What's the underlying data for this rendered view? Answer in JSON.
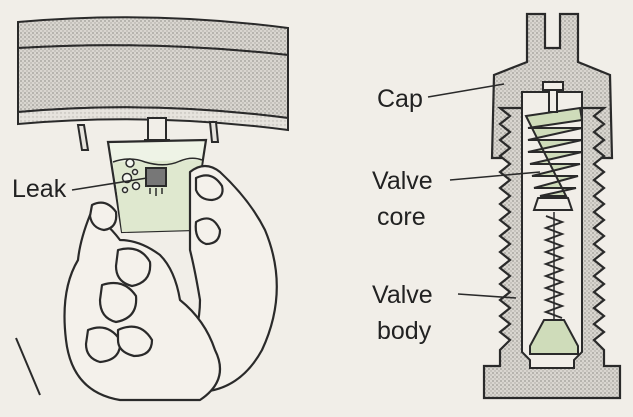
{
  "labels": {
    "leak": "Leak",
    "cap": "Cap",
    "valve_core_line1": "Valve",
    "valve_core_line2": "core",
    "valve_body_line1": "Valve",
    "valve_body_line2": "body"
  },
  "colors": {
    "background": "#f1eee8",
    "outline": "#2a2a2a",
    "stipple": "#b9b6b0",
    "core_fill": "#cfdcba",
    "water_fill": "#dfe8cf"
  }
}
